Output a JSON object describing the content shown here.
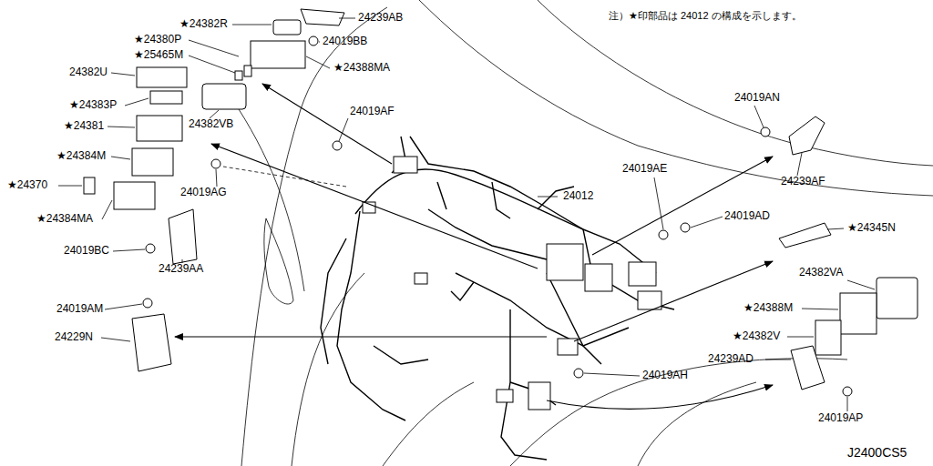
{
  "diagram": {
    "labels": [
      "★24382R",
      "★24380P",
      "★25465M",
      "24382U",
      "★24383P",
      "★24381",
      "★24384M",
      "★24370",
      "★24384MA",
      "24019BC",
      "24239AA",
      "24019AM",
      "24229N",
      "24239AB",
      "24019BB",
      "★24388MA",
      "24019AF",
      "24382VB",
      "24019AG",
      "24012",
      "24019AE",
      "24019AN",
      "24239AF",
      "24019AD",
      "★24345N",
      "24382VA",
      "★24388M",
      "★24382V",
      "24239AD",
      "24019AP",
      "24019AH",
      "J2400CS5",
      "注）★印部品は 24012 の構成を示します。"
    ]
  }
}
